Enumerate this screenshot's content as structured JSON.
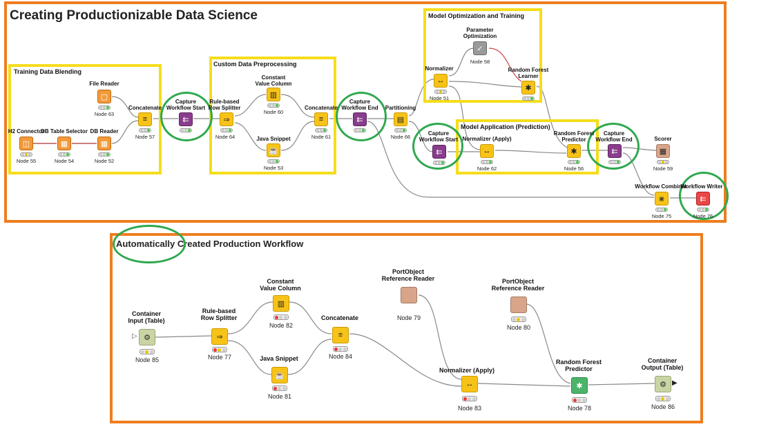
{
  "top_panel": {
    "title": "Creating Productionizable Data Science",
    "groups": {
      "blending": "Training Data Blending",
      "preprocessing": "Custom Data Preprocessing",
      "optimization": "Model Optimization and Training",
      "application": "Model Application (Prediction)"
    },
    "nodes": {
      "file_reader": {
        "label": "File Reader",
        "id": "Node 63"
      },
      "concatenate_57": {
        "label": "Concatenate",
        "id": "Node 57"
      },
      "h2_connector": {
        "label": "H2 Connector",
        "id": "Node 55"
      },
      "db_table_selector": {
        "label": "DB Table Selector",
        "id": "Node 54"
      },
      "db_reader": {
        "label": "DB Reader",
        "id": "Node 52"
      },
      "capture_start_1": {
        "label": "Capture\nWorkflow Start",
        "id": ""
      },
      "rule_splitter_64": {
        "label": "Rule-based\nRow Splitter",
        "id": "Node 64"
      },
      "constant_60": {
        "label": "Constant\nValue Column",
        "id": "Node 60"
      },
      "java_snippet_53": {
        "label": "Java Snippet",
        "id": "Node 53"
      },
      "concatenate_61": {
        "label": "Concatenate",
        "id": "Node 61"
      },
      "capture_end_1": {
        "label": "Capture\nWorkflow End",
        "id": ""
      },
      "partitioning": {
        "label": "Partitioning",
        "id": "Node 66"
      },
      "normalizer_51": {
        "label": "Normalizer",
        "id": "Node 51"
      },
      "param_opt": {
        "label": "Parameter\nOptimization",
        "id": "Node 58"
      },
      "rf_learner": {
        "label": "Random Forest\nLearner",
        "id": ""
      },
      "capture_start_2": {
        "label": "Capture\nWorkflow Start",
        "id": ""
      },
      "normalizer_apply_62": {
        "label": "Normalizer (Apply)",
        "id": "Node 62"
      },
      "rf_predictor_56": {
        "label": "Random Forest\nPredictor",
        "id": "Node 56"
      },
      "capture_end_2": {
        "label": "Capture\nWorkflow End",
        "id": ""
      },
      "scorer": {
        "label": "Scorer",
        "id": "Node 59"
      },
      "workflow_combiner": {
        "label": "Workflow Combiner",
        "id": "Node 75"
      },
      "workflow_writer": {
        "label": "Workflow Writer",
        "id": "Node 76"
      }
    }
  },
  "bottom_panel": {
    "title": "Automatically Created Production Workflow",
    "nodes": {
      "container_input": {
        "label": "Container\nInput (Table)",
        "id": "Node 85"
      },
      "rule_splitter_77": {
        "label": "Rule-based\nRow Splitter",
        "id": "Node 77"
      },
      "constant_82": {
        "label": "Constant\nValue Column",
        "id": "Node 82"
      },
      "java_snippet_81": {
        "label": "Java Snippet",
        "id": "Node 81"
      },
      "concatenate_84": {
        "label": "Concatenate",
        "id": "Node 84"
      },
      "portobject_79": {
        "label": "PortObject\nReference Reader",
        "id": "Node 79"
      },
      "portobject_80": {
        "label": "PortObject\nReference Reader",
        "id": "Node 80"
      },
      "normalizer_apply_83": {
        "label": "Normalizer (Apply)",
        "id": "Node 83"
      },
      "rf_predictor_78": {
        "label": "Random Forest\nPredictor",
        "id": "Node 78"
      },
      "container_output": {
        "label": "Container\nOutput (Table)",
        "id": "Node 86"
      }
    }
  },
  "colors": {
    "panel_border": "#ee7d1e",
    "group_border": "#f5dd1a",
    "highlight_circle": "#2fa84f",
    "manipulator": "#f7c318",
    "flow_control": "#8a3d8c",
    "source": "#f29a3a",
    "learner": "#4cb36a",
    "sink": "#e94747"
  }
}
